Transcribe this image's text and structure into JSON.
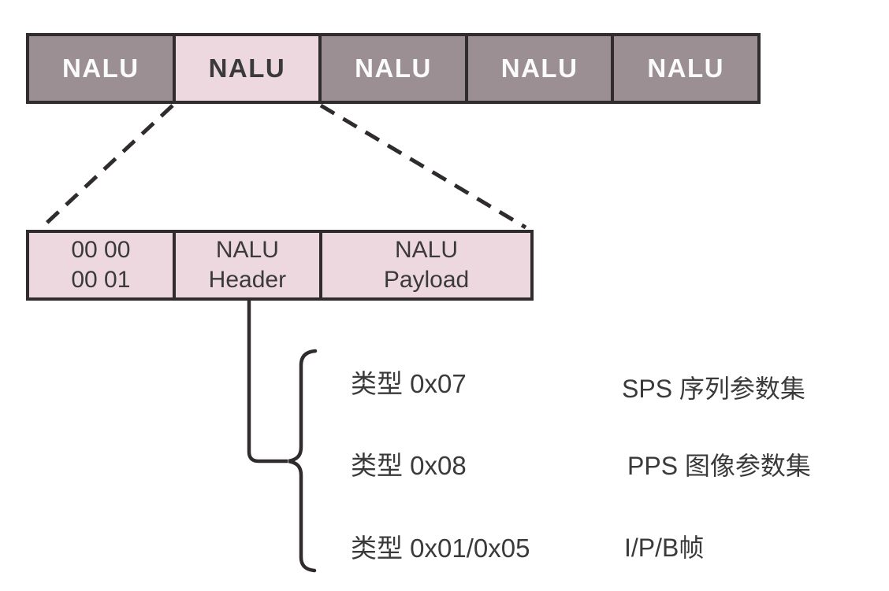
{
  "diagram": {
    "topic": "H.264 NALU stream structure",
    "colors": {
      "background": "#ffffff",
      "dark_box_fill": "#9c8f94",
      "highlight_box_fill": "#ecd8de",
      "border": "#302c2e",
      "light_text": "#fcfbfc",
      "dark_text": "#3b3a3b"
    },
    "stream_row": {
      "cells": [
        {
          "label": "NALU",
          "highlighted": false
        },
        {
          "label": "NALU",
          "highlighted": true
        },
        {
          "label": "NALU",
          "highlighted": false
        },
        {
          "label": "NALU",
          "highlighted": false
        },
        {
          "label": "NALU",
          "highlighted": false
        }
      ]
    },
    "nalu_detail_row": {
      "cells": [
        {
          "line1": "00 00",
          "line2": "00 01"
        },
        {
          "line1": "NALU",
          "line2": "Header"
        },
        {
          "line1": "NALU",
          "line2": "Payload"
        }
      ]
    },
    "type_list": [
      {
        "type": "类型 0x07",
        "description": "SPS 序列参数集"
      },
      {
        "type": "类型 0x08",
        "description": "PPS 图像参数集"
      },
      {
        "type": "类型 0x01/0x05",
        "description": "I/P/B帧"
      }
    ]
  }
}
